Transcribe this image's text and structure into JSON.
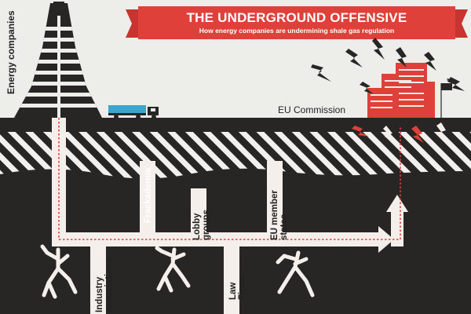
{
  "banner": {
    "title": "THE UNDERGROUND OFFENSIVE",
    "subtitle": "How energy companies are undermining shale gas regulation"
  },
  "labels": {
    "energy_companies": "Energy companies",
    "eu_commission": "EU Commission",
    "industry_associations_1": "Industry",
    "industry_associations_2": "associations",
    "frackademia": "Frackademia",
    "lobby_groups_1": "Lobby",
    "lobby_groups_2": "groups",
    "law_firms_1": "Law",
    "law_firms_2": "Firms",
    "eu_member_states_1": "EU member",
    "eu_member_states_2": "states"
  },
  "colors": {
    "background": "#ededea",
    "ground": "#272625",
    "accent_red": "#e0403a",
    "truck_blue": "#3aa6cf",
    "path_white": "#f4efea"
  },
  "icons": [
    "drilling-rig-icon",
    "tanker-truck-icon",
    "building-icon",
    "lightning-icon",
    "fracture-icon"
  ]
}
